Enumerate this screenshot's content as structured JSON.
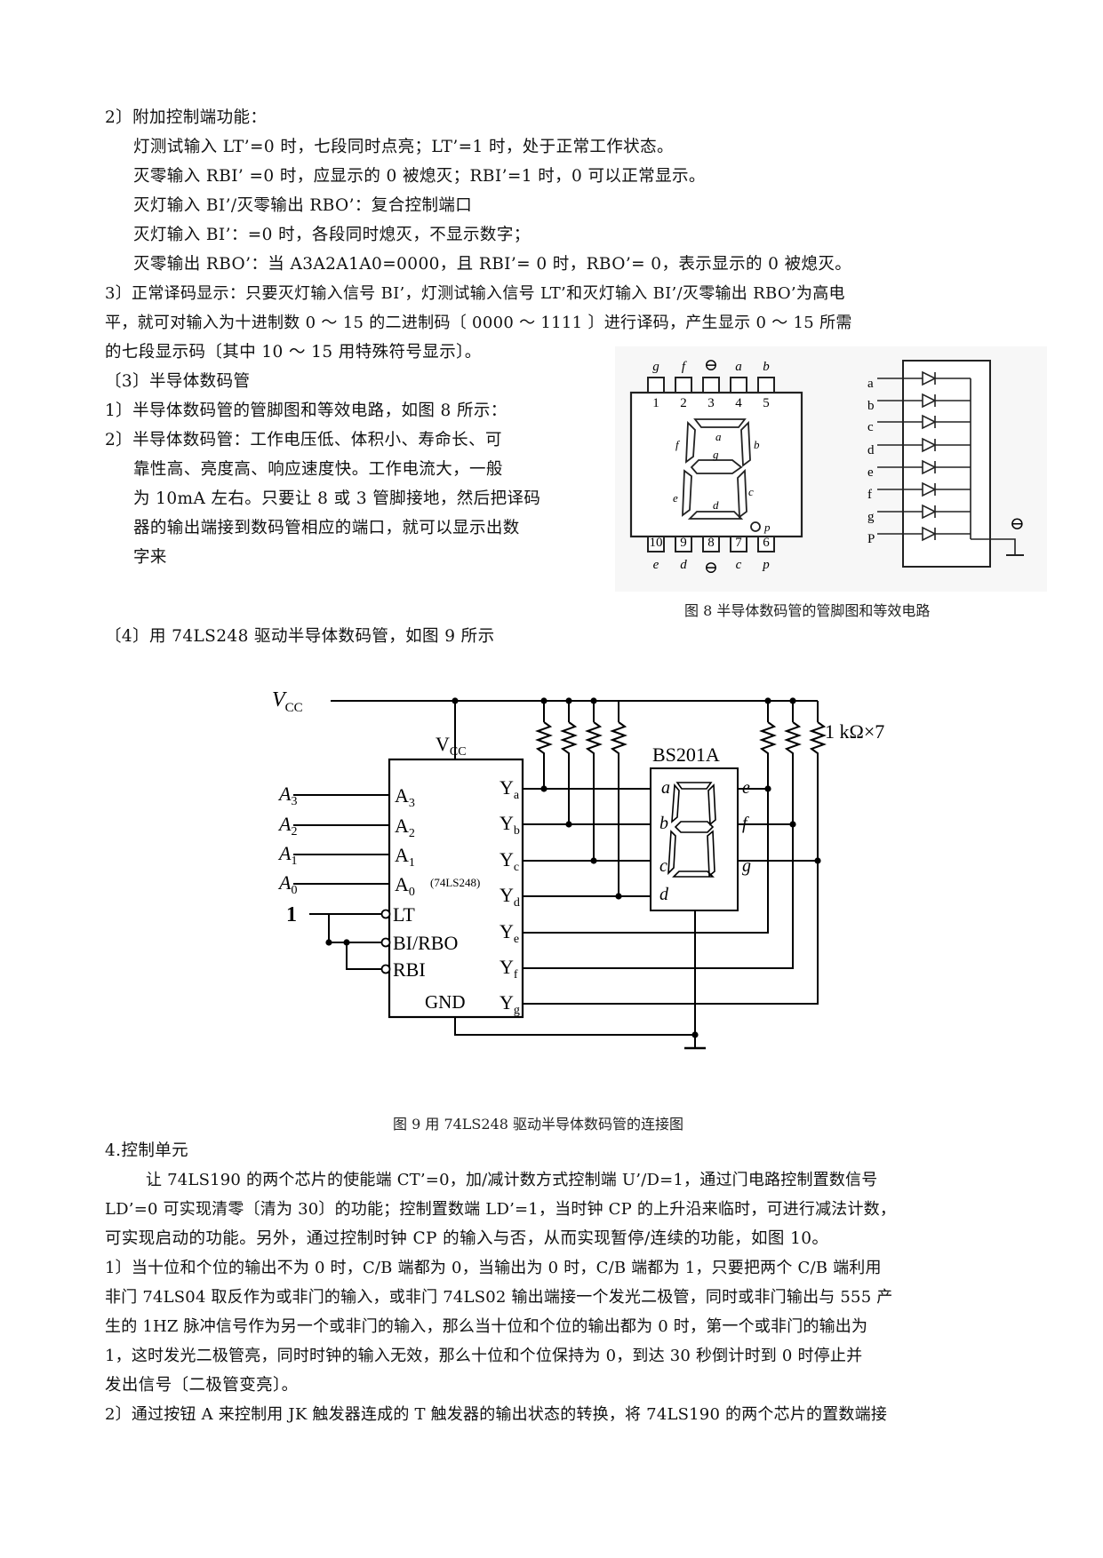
{
  "sec2": {
    "heading": "2〕附加控制端功能：",
    "lt": "灯测试输入 LT’=0 时，七段同时点亮；LT’=1 时，处于正常工作状态。",
    "rbi": "灭零输入 RBI’ =0 时，应显示的 0 被熄灭；RBI’=1 时，0 可以正常显示。",
    "bi_rbo": "灭灯输入 BI’/灭零输出 RBO’：复合控制端口",
    "bi": "灭灯输入 BI’：=0 时，各段同时熄灭，不显示数字；",
    "rbo": "灭零输出 RBO’：当 A3A2A1A0=0000，且 RBI’= 0 时，RBO’= 0，表示显示的 0 被熄灭。"
  },
  "sec3": {
    "line1": "3〕正常译码显示：只要灭灯输入信号 BI’，灯测试输入信号 LT’和灭灯输入 BI’/灭零输出 RBO’为高电",
    "line2": "平，就可对输入为十进制数 0 ～ 15 的二进制码〔 0000 ～ 1111 〕进行译码，产生显示 0 ～ 15 所需",
    "line3": "的七段显示码〔其中 10 ～ 15 用特殊符号显示〕。"
  },
  "led": {
    "heading": "〔3〕半导体数码管",
    "item1": "1〕半导体数码管的管脚图和等效电路，如图 8 所示：",
    "item2_lines": [
      "2〕半导体数码管：工作电压低、体积小、寿命长、可",
      "靠性高、亮度高、响应速度快。工作电流大，一般",
      "为 10mA 左右。只要让 8 或 3 管脚接地，然后把译码",
      "器的输出端接到数码管相应的端口，就可以显示出数",
      "字来"
    ]
  },
  "fig8": {
    "caption": "图 8  半导体数码管的管脚图和等效电路",
    "top_pin_labels": [
      "g",
      "f",
      "⊖",
      "a",
      "b"
    ],
    "top_pin_numbers": [
      "1",
      "2",
      "3",
      "4",
      "5"
    ],
    "bottom_pin_numbers": [
      "10",
      "9",
      "8",
      "7",
      "6"
    ],
    "bottom_pin_labels": [
      "e",
      "d",
      "⊖",
      "c",
      "p"
    ],
    "segment_labels": {
      "a": "a",
      "b": "b",
      "c": "c",
      "d": "d",
      "e": "e",
      "f": "f",
      "g": "g",
      "p": "p"
    },
    "diode_labels": [
      "a",
      "b",
      "c",
      "d",
      "e",
      "f",
      "g",
      "P"
    ],
    "ground_symbol": "⊖"
  },
  "sec4": {
    "heading": "〔4〕用 74LS248 驱动半导体数码管，如图 9 所示"
  },
  "fig9": {
    "caption": "图 9  用 74LS248 驱动半导体数码管的连接图",
    "vcc": "V",
    "vcc_sub": "CC",
    "chip_name": "(74LS248)",
    "chip_vcc": "V",
    "chip_vcc_sub": "CC",
    "gnd": "GND",
    "inputs": [
      {
        "l": "A",
        "s": "3"
      },
      {
        "l": "A",
        "s": "2"
      },
      {
        "l": "A",
        "s": "1"
      },
      {
        "l": "A",
        "s": "0"
      }
    ],
    "pins_left": [
      {
        "l": "A",
        "s": "3"
      },
      {
        "l": "A",
        "s": "2"
      },
      {
        "l": "A",
        "s": "1"
      },
      {
        "l": "A",
        "s": "0"
      }
    ],
    "control_pins": [
      "LT",
      "BI/RBO",
      "RBI"
    ],
    "lt_input": "1",
    "outputs": [
      {
        "l": "Y",
        "s": "a"
      },
      {
        "l": "Y",
        "s": "b"
      },
      {
        "l": "Y",
        "s": "c"
      },
      {
        "l": "Y",
        "s": "d"
      },
      {
        "l": "Y",
        "s": "e"
      },
      {
        "l": "Y",
        "s": "f"
      },
      {
        "l": "Y",
        "s": "g"
      }
    ],
    "display_name": "BS201A",
    "display_segments": [
      "a",
      "b",
      "c",
      "d",
      "e",
      "f",
      "g"
    ],
    "resistor_label": "1 kΩ×7"
  },
  "sec_control": {
    "heading": "4.控制单元",
    "p1": [
      "让 74LS190 的两个芯片的使能端 CT’=0，加/减计数方式控制端 U’/D=1，通过门电路控制置数信号",
      "LD’=0 可实现清零〔清为 30〕的功能；控制置数端 LD’=1，当时钟 CP 的上升沿来临时，可进行减法计数，",
      "可实现启动的功能。另外，通过控制时钟 CP 的输入与否，从而实现暂停/连续的功能，如图 10。"
    ],
    "p2": [
      "1〕当十位和个位的输出不为 0 时，C/B 端都为 0，当输出为 0 时，C/B 端都为 1，只要把两个 C/B 端利用",
      "非门 74LS04 取反作为或非门的输入，或非门 74LS02 输出端接一个发光二极管，同时或非门输出与 555 产",
      "生的 1HZ 脉冲信号作为另一个或非门的输入，那么当十位和个位的输出都为 0 时，第一个或非门的输出为",
      "1，这时发光二极管亮，同时时钟的输入无效，那么十位和个位保持为 0，到达 30 秒倒计时到 0 时停止并",
      "发出信号〔二极管变亮〕。"
    ],
    "p3": "2〕通过按钮 A 来控制用 JK 触发器连成的 T 触发器的输出状态的转换，将 74LS190 的两个芯片的置数端接"
  }
}
